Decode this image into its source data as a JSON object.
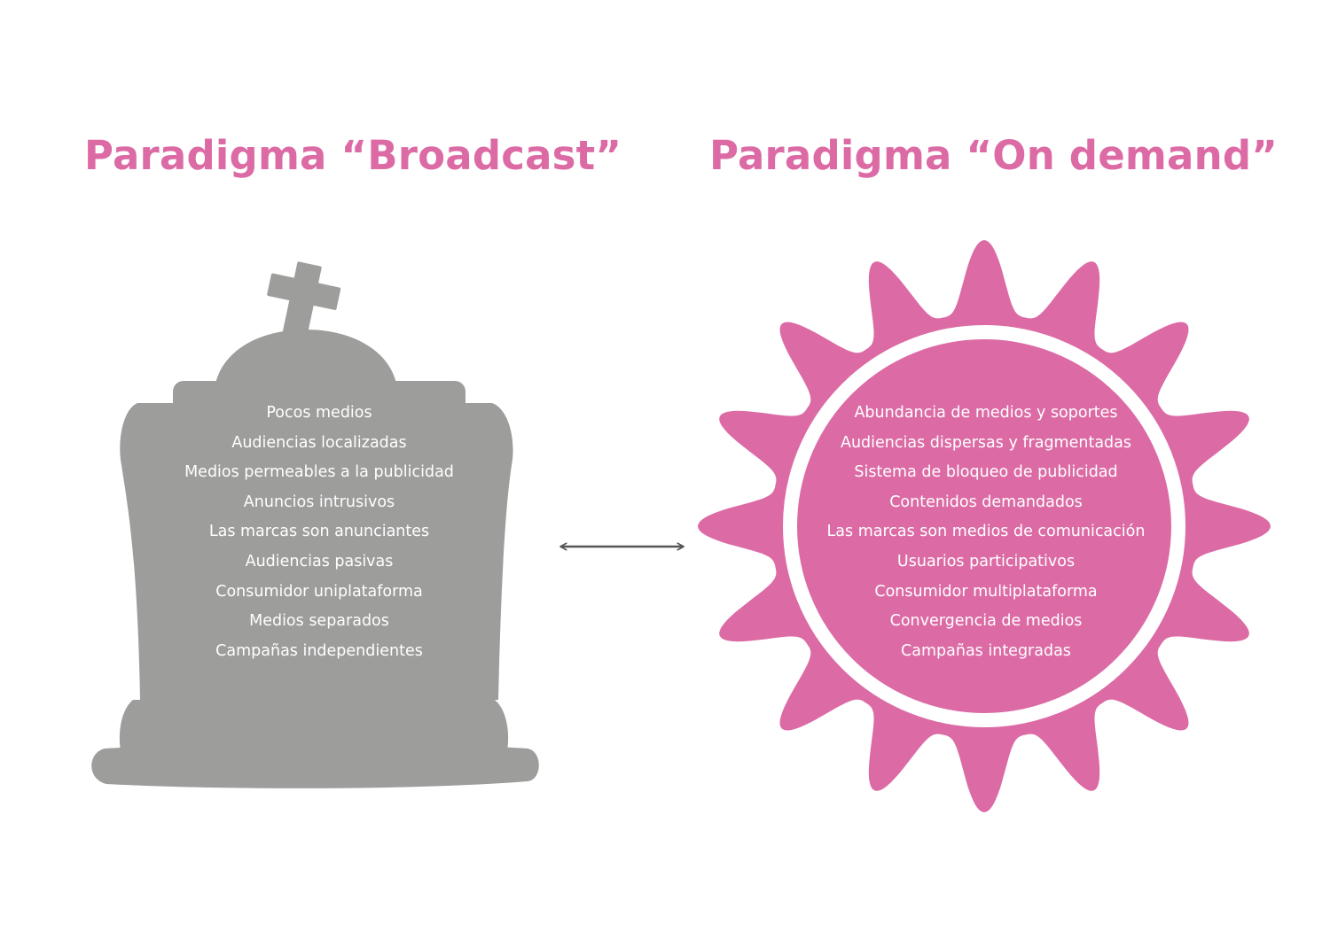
{
  "colors": {
    "accent": "#dc6ba5",
    "tombstone": "#9d9d9c",
    "arrow": "#555555",
    "background": "#ffffff",
    "list_text": "#ffffff"
  },
  "broadcast": {
    "title": "Paradigma “Broadcast”",
    "icon": "tombstone-cross",
    "items": [
      "Pocos medios",
      "Audiencias localizadas",
      "Medios permeables a la publicidad",
      "Anuncios intrusivos",
      "Las marcas son anunciantes",
      "Audiencias pasivas",
      "Consumidor uniplataforma",
      "Medios separados",
      "Campañas independientes"
    ]
  },
  "on_demand": {
    "title": "Paradigma “On demand”",
    "icon": "sun-badge",
    "items": [
      "Abundancia de medios y soportes",
      "Audiencias dispersas y fragmentadas",
      "Sistema de bloqueo de publicidad",
      "Contenidos demandados",
      "Las marcas son medios de comunicación",
      "Usuarios participativos",
      "Consumidor multiplataforma",
      "Convergencia de medios",
      "Campañas integradas"
    ]
  },
  "connector": {
    "icon": "double-arrow-icon"
  }
}
